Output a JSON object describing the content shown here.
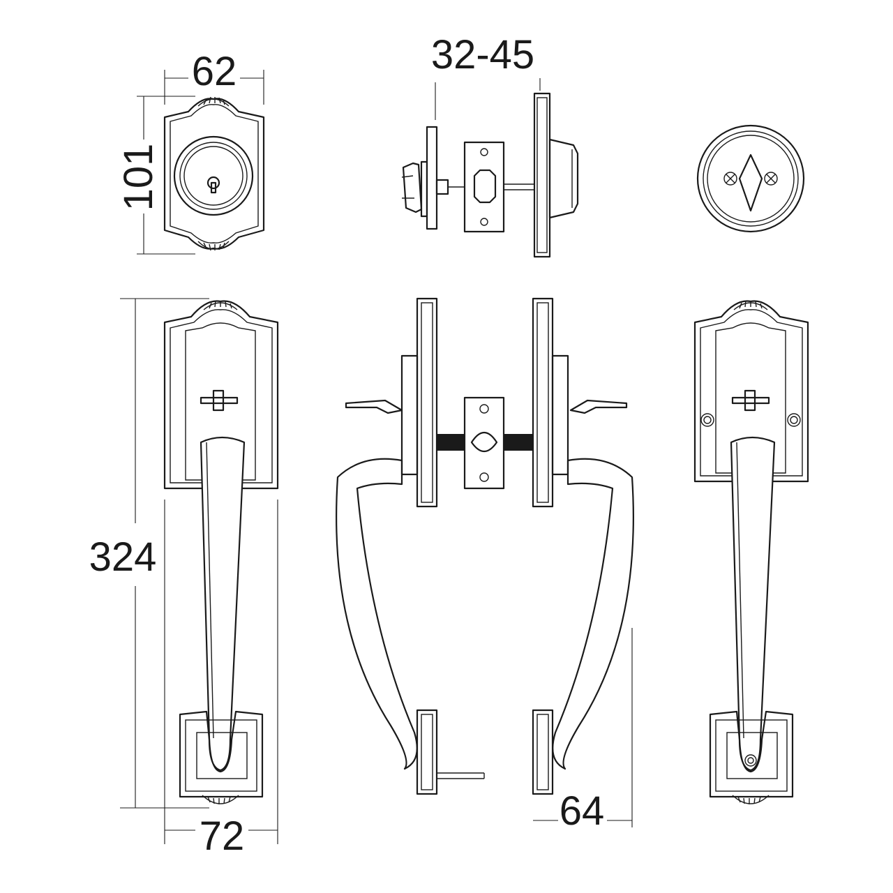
{
  "dimensions": {
    "deadbolt_width": "62",
    "deadbolt_height": "101",
    "door_thickness": "32-45",
    "handleset_height": "324",
    "handleset_width": "72",
    "projection": "64"
  },
  "colors": {
    "line": "#1a1a1a",
    "background": "#ffffff"
  }
}
